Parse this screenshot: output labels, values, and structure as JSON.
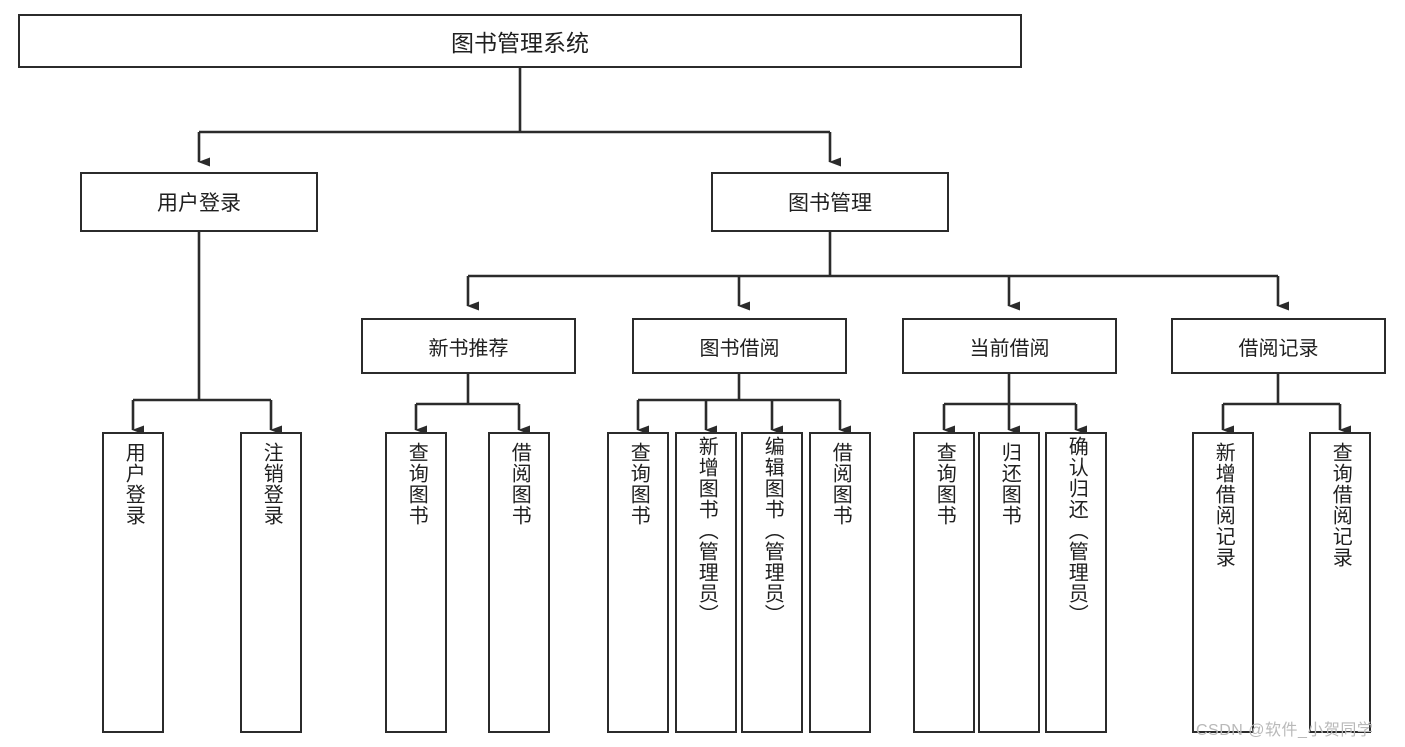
{
  "diagram": {
    "type": "tree-hierarchy",
    "title": "图书管理系统",
    "background_color": "#ffffff",
    "line_color": "#2b2b2b",
    "text_color": "#1f1f1f"
  },
  "root": {
    "label": "图书管理系统"
  },
  "level2": [
    {
      "label": "用户登录"
    },
    {
      "label": "图书管理"
    }
  ],
  "level3": [
    {
      "label": "新书推荐"
    },
    {
      "label": "图书借阅"
    },
    {
      "label": "当前借阅"
    },
    {
      "label": "借阅记录"
    }
  ],
  "leaves": {
    "user_login": [
      {
        "label": "用户登录"
      },
      {
        "label": "注销登录"
      }
    ],
    "new_book_recommend": [
      {
        "label": "查询图书"
      },
      {
        "label": "借阅图书"
      }
    ],
    "book_borrow": [
      {
        "label": "查询图书"
      },
      {
        "label": "新增图书（管理员）"
      },
      {
        "label": "编辑图书（管理员）"
      },
      {
        "label": "借阅图书"
      }
    ],
    "current_borrow": [
      {
        "label": "查询图书"
      },
      {
        "label": "归还图书"
      },
      {
        "label": "确认归还（管理员）"
      }
    ],
    "borrow_record": [
      {
        "label": "新增借阅记录"
      },
      {
        "label": "查询借阅记录"
      }
    ]
  },
  "watermark": {
    "text": "CSDN @软件_小贺同学"
  }
}
